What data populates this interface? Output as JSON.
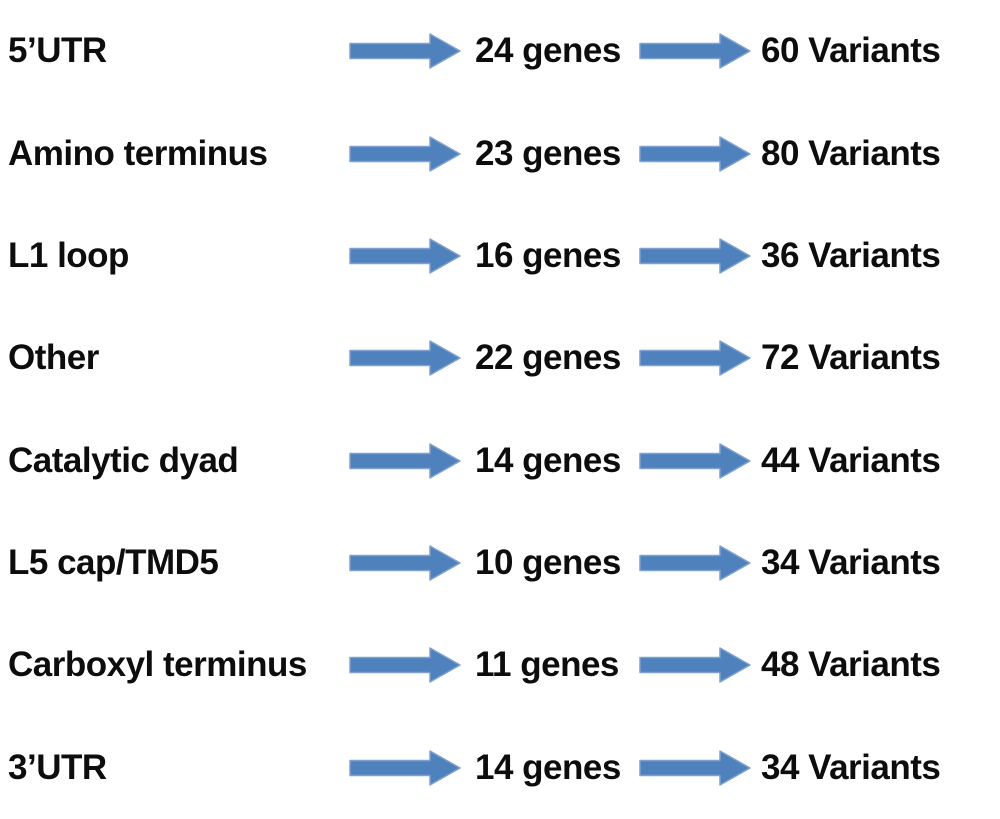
{
  "diagram": {
    "description": "Gene region to gene count to variant count flow diagram",
    "rows": [
      {
        "label": "5’UTR",
        "genes": 24,
        "genes_text": "24 genes",
        "variants": 60,
        "variants_text": "60 Variants"
      },
      {
        "label": "Amino terminus",
        "genes": 23,
        "genes_text": "23 genes",
        "variants": 80,
        "variants_text": "80 Variants"
      },
      {
        "label": "L1 loop",
        "genes": 16,
        "genes_text": "16 genes",
        "variants": 36,
        "variants_text": "36 Variants"
      },
      {
        "label": "Other",
        "genes": 22,
        "genes_text": "22 genes",
        "variants": 72,
        "variants_text": "72 Variants"
      },
      {
        "label": "Catalytic dyad",
        "genes": 14,
        "genes_text": "14 genes",
        "variants": 44,
        "variants_text": "44 Variants"
      },
      {
        "label": "L5 cap/TMD5",
        "genes": 10,
        "genes_text": "10 genes",
        "variants": 34,
        "variants_text": "34 Variants"
      },
      {
        "label": "Carboxyl terminus",
        "genes": 11,
        "genes_text": "11 genes",
        "variants": 48,
        "variants_text": "48 Variants"
      },
      {
        "label": "3’UTR",
        "genes": 14,
        "genes_text": "14 genes",
        "variants": 34,
        "variants_text": "34 Variants"
      }
    ]
  },
  "icons": {
    "arrow": "right-block-arrow"
  },
  "colors": {
    "arrow_fill": "#4f81bd",
    "arrow_edge": "#7fa1cd",
    "text": "#0d0d0d",
    "background": "#ffffff"
  }
}
